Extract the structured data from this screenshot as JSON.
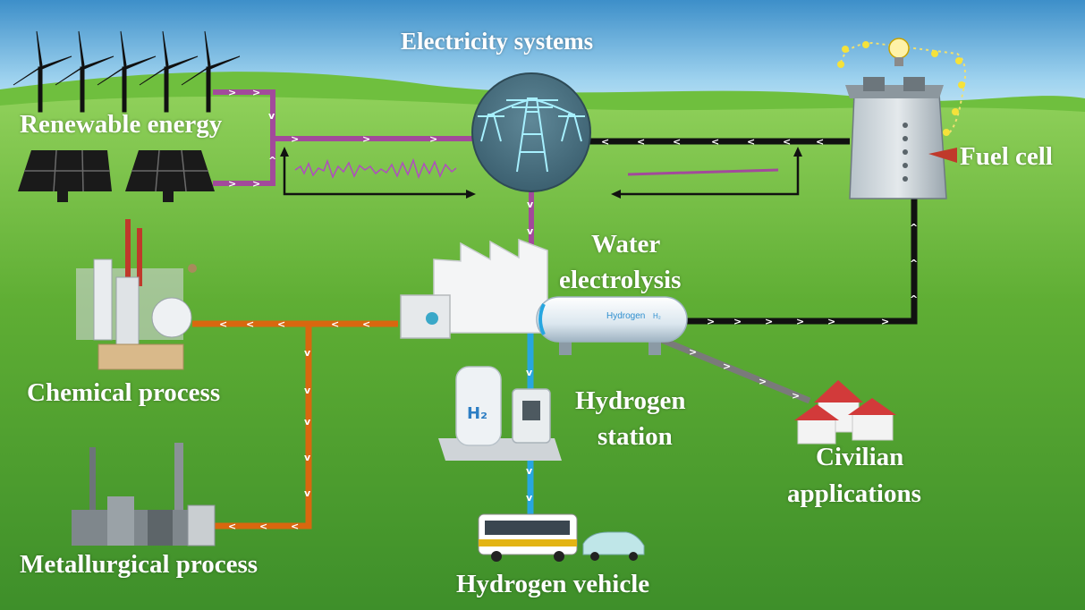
{
  "labels": {
    "electricity_systems": "Electricity systems",
    "renewable_energy": "Renewable energy",
    "fuel_cell": "Fuel cell",
    "water_electrolysis_l1": "Water",
    "water_electrolysis_l2": "electrolysis",
    "chemical_process": "Chemical process",
    "hydrogen_station_l1": "Hydrogen",
    "hydrogen_station_l2": "station",
    "civilian_l1": "Civilian",
    "civilian_l2": "applications",
    "metallurgical_process": "Metallurgical process",
    "hydrogen_vehicle": "Hydrogen vehicle"
  },
  "tank": {
    "brand": "Hydrogen",
    "formula": "H₂"
  },
  "station_badge": "H₂",
  "colors": {
    "sky_top": "#3d8fc9",
    "grass": "#5aa832",
    "power_line": "#a24a9b",
    "fuel_line": "#111111",
    "chemical_line": "#d9670f",
    "vehicle_line": "#27a6e0",
    "civilian_line": "#7a7a7a"
  }
}
